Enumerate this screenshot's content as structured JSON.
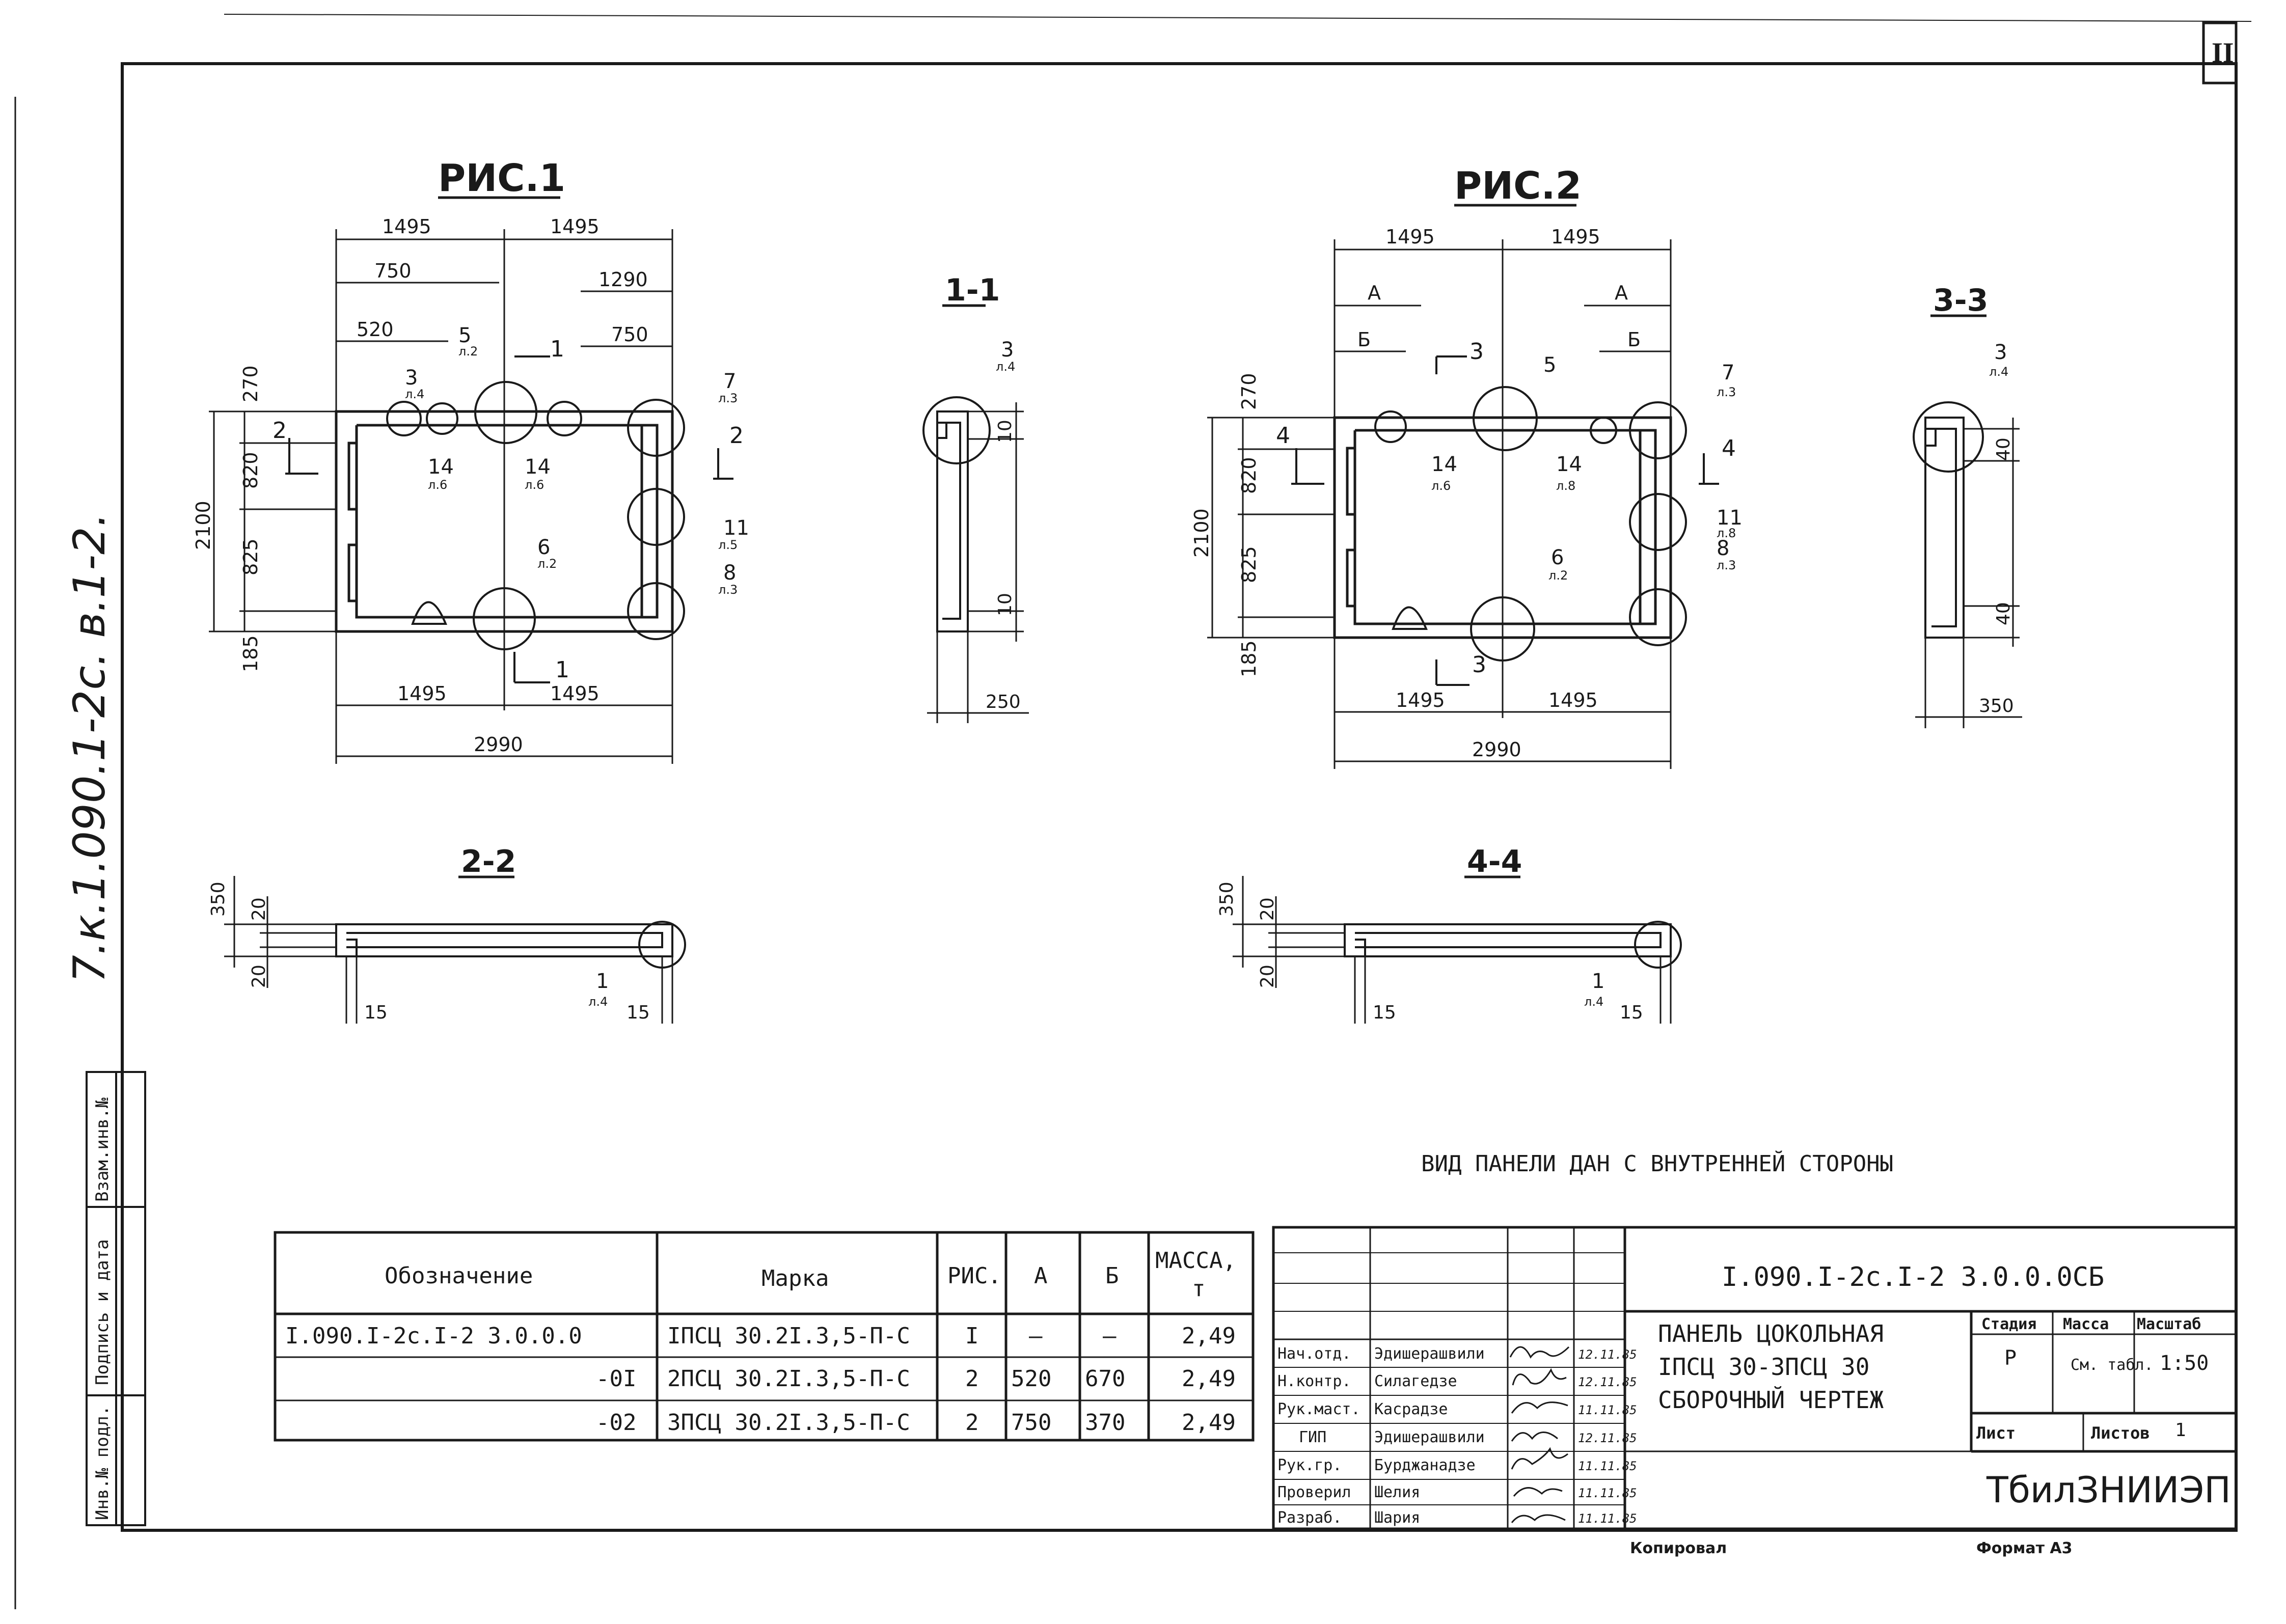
{
  "sheet_number": "II",
  "side_code": "7.к.1.090.1-2с. в.1-2.",
  "left_margin_stamp": {
    "cells": [
      "Взам.инв.№",
      "Подпись и дата",
      "Инв.№ подл."
    ]
  },
  "figures": {
    "fig1": {
      "title": "РИС.1",
      "dims": {
        "top_left": "1495",
        "top_right": "1495",
        "d750": "750",
        "d1290": "1290",
        "d520": "520",
        "d750b": "750",
        "bottom_left": "1495",
        "bottom_right": "1495",
        "total": "2990",
        "v270": "270",
        "v820": "820",
        "v825": "825",
        "v185": "185",
        "v2100": "2100"
      },
      "callouts": {
        "c3": "3",
        "c3s": "л.4",
        "c5": "5",
        "c5s": "л.2",
        "c7": "7",
        "c7s": "л.3",
        "c11": "11",
        "c11s": "л.5",
        "c8": "8",
        "c8s": "л.3",
        "c6": "6",
        "c6s": "л.2",
        "c14a": "14",
        "c14as": "л.6",
        "c14b": "14",
        "c14bs": "л.6"
      },
      "cuts": {
        "cut1": "1",
        "cut1b": "1",
        "cut2": "2",
        "cut2b": "2"
      }
    },
    "fig2": {
      "title": "РИС.2",
      "dims": {
        "top_left": "1495",
        "top_right": "1495",
        "a_left": "А",
        "a_right": "А",
        "b_left": "Б",
        "b_right": "Б",
        "bottom_left": "1495",
        "bottom_right": "1495",
        "total": "2990",
        "v270": "270",
        "v820": "820",
        "v825": "825",
        "v185": "185",
        "v2100": "2100"
      },
      "callouts": {
        "c5": "5",
        "c7": "7",
        "c7s": "л.3",
        "c11": "11",
        "c11s": "л.8",
        "c8": "8",
        "c8s": "л.3",
        "c6": "6",
        "c6s": "л.2",
        "c14a": "14",
        "c14as": "л.6",
        "c14b": "14",
        "c14bs": "л.8"
      },
      "cuts": {
        "cut3": "3",
        "cut3b": "3",
        "cut4": "4",
        "cut4b": "4"
      }
    },
    "sec11": {
      "title": "1-1",
      "d10a": "10",
      "d10b": "10",
      "w": "250",
      "c3": "3",
      "c3s": "л.4"
    },
    "sec33": {
      "title": "3-3",
      "d40a": "40",
      "d40b": "40",
      "w": "350",
      "c3": "3",
      "c3s": "л.4"
    },
    "sec22": {
      "title": "2-2",
      "d350": "350",
      "d20a": "20",
      "d20b": "20",
      "d15a": "15",
      "d15b": "15",
      "c1": "1",
      "c1s": "л.4"
    },
    "sec44": {
      "title": "4-4",
      "d350": "350",
      "d20a": "20",
      "d20b": "20",
      "d15a": "15",
      "d15b": "15",
      "c1": "1",
      "c1s": "л.4"
    }
  },
  "note": "ВИД ПАНЕЛИ ДАН С ВНУТРЕННЕЙ СТОРОНЫ",
  "spec_table": {
    "headers": [
      "Обозначение",
      "Марка",
      "РИС.",
      "А",
      "Б",
      "МАССА,\nт"
    ],
    "rows": [
      [
        "I.090.I-2с.I-2 3.0.0.0",
        "IПСЦ 30.2I.3,5-П-С",
        "I",
        "—",
        "—",
        "2,49"
      ],
      [
        "-0I",
        "2ПСЦ 30.2I.3,5-П-С",
        "2",
        "520",
        "670",
        "2,49"
      ],
      [
        "-02",
        "3ПСЦ 30.2I.3,5-П-С",
        "2",
        "750",
        "370",
        "2,49"
      ]
    ]
  },
  "title_block": {
    "doc_code": "I.090.I-2с.I-2 3.0.0.0СБ",
    "title_lines": [
      "ПАНЕЛЬ ЦОКОЛЬНАЯ",
      "IПСЦ 30-3ПСЦ 30",
      "СБОРОЧНЫЙ ЧЕРТЕЖ"
    ],
    "signatures": [
      {
        "role": "Нач.отд.",
        "name": "Эдишерашвили",
        "date": "12.11.85"
      },
      {
        "role": "Н.контр.",
        "name": "Силагедзе",
        "date": "12.11.85"
      },
      {
        "role": "Рук.маст.",
        "name": "Касрадзе",
        "date": "11.11.85"
      },
      {
        "role": "ГИП",
        "name": "Эдишерашвили",
        "date": "12.11.85"
      },
      {
        "role": "Рук.гр.",
        "name": "Бурджанадзе",
        "date": "11.11.85"
      },
      {
        "role": "Проверил",
        "name": "Шелия",
        "date": "11.11.85"
      },
      {
        "role": "Разраб.",
        "name": "Шария",
        "date": "11.11.85"
      }
    ],
    "stage_label": "Стадия",
    "stage_value": "Р",
    "mass_label": "Масса",
    "mass_value": "См. табл.",
    "scale_label": "Масштаб",
    "scale_value": "1:50",
    "sheet_label": "Лист",
    "sheets_label": "Листов",
    "sheets_value": "1",
    "organization": "ТбилЗНИИЭП"
  },
  "footer": {
    "copied_by": "Копировал",
    "format": "Формат А3"
  }
}
